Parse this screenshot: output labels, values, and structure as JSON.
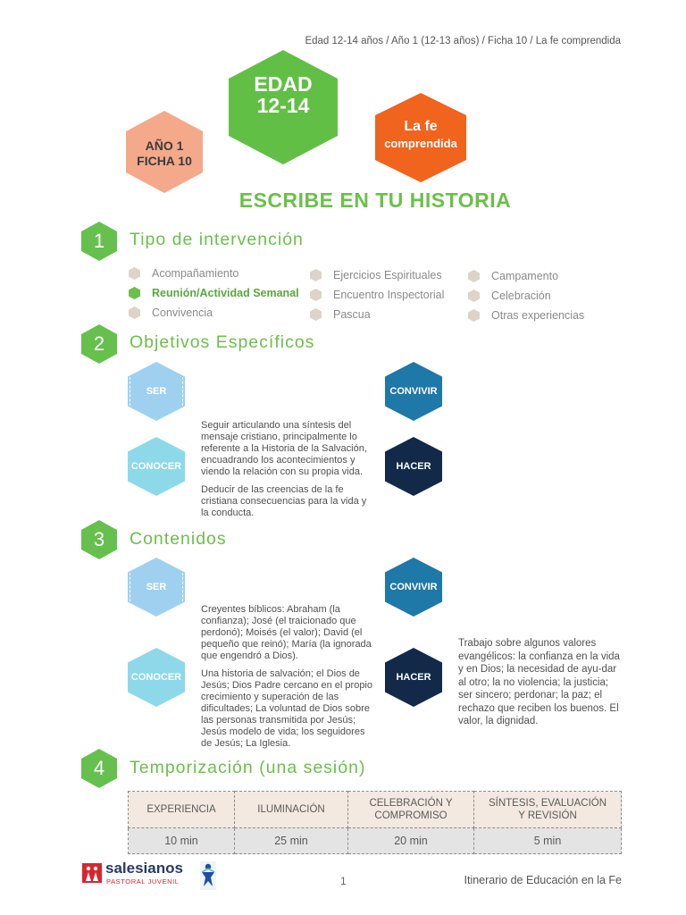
{
  "breadcrumb": "Edad 12-14 años / Año 1 (12-13 años) / Ficha 10 /  La fe comprendida",
  "badges": {
    "edad": [
      "EDAD",
      "12-14"
    ],
    "ano": [
      "AÑO 1",
      "FICHA 10"
    ],
    "tema": [
      "La fe",
      "comprendida"
    ]
  },
  "main_title": "ESCRIBE EN TU HISTORIA",
  "sections": [
    {
      "number": "1",
      "title": "Tipo de intervención"
    },
    {
      "number": "2",
      "title": "Objetivos Específicos"
    },
    {
      "number": "3",
      "title": "Contenidos"
    },
    {
      "number": "4",
      "title": "Temporización (una sesión)"
    }
  ],
  "intervention": {
    "col1": [
      {
        "label": "Acompañamiento",
        "selected": false
      },
      {
        "label": "Reunión/Actividad Semanal",
        "selected": true
      },
      {
        "label": "Convivencia",
        "selected": false
      }
    ],
    "col2": [
      {
        "label": "Ejercicios Espirituales",
        "selected": false
      },
      {
        "label": "Encuentro Inspectorial",
        "selected": false
      },
      {
        "label": "Pascua",
        "selected": false
      }
    ],
    "col3": [
      {
        "label": "Campamento",
        "selected": false
      },
      {
        "label": "Celebración",
        "selected": false
      },
      {
        "label": "Otras experiencias",
        "selected": false
      }
    ]
  },
  "dimension_labels": {
    "ser": "SER",
    "convivir": "CONVIVIR",
    "conocer": "CONOCER",
    "hacer": "HACER"
  },
  "colors": {
    "ser": "#9fd0f0",
    "convivir": "#1e78a8",
    "conocer": "#8dd9e9",
    "hacer": "#12294a",
    "accent_green": "#66c04e",
    "ano_salmon": "#f4a98a",
    "tema_orange": "#f0641e"
  },
  "objetivos": {
    "conocer": [
      "Seguir articulando una síntesis del mensaje cristiano, principalmente lo referente a la Historia de la Salvación, encuadrando los acontecimientos y viendo la relación con su propia vida.",
      "Deducir de las creencias de la fe cristiana consecuencias para la vida y la conducta."
    ]
  },
  "contenidos": {
    "conocer": [
      "Creyentes bíblicos: Abraham (la confianza); José (el traicionado que perdonó); Moisés (el valor); David (el pequeño que reinó); María (la ignorada que engendró a Dios).",
      "Una historia de salvación; el Dios de Jesús; Dios Padre cercano en el propio crecimiento y superación de las dificultades; La voluntad de Dios sobre las personas transmitida por Jesús; Jesús modelo de vida; los seguidores de Jesús; La Iglesia."
    ],
    "hacer": "Trabajo sobre algunos valores evangélicos: la confianza en la vida y en Dios; la necesidad de ayu-dar al otro; la no violencia; la justicia; ser sincero; perdonar; la paz; el rechazo que reciben los buenos. El valor, la dignidad."
  },
  "temporizacion": {
    "headers": [
      [
        "EXPERIENCIA"
      ],
      [
        "ILUMINACIÓN"
      ],
      [
        "CELEBRACIÓN Y",
        "COMPROMISO"
      ],
      [
        "SÍNTESIS, EVALUACIÓN",
        "Y REVISIÓN"
      ]
    ],
    "values": [
      "10 min",
      "25 min",
      "20 min",
      "5 min"
    ]
  },
  "footer": {
    "logo_text": "salesianos",
    "logo_sub": "PASTORAL JUVENIL",
    "page_number": "1",
    "right_text": "Itinerario de Educación en la Fe"
  }
}
